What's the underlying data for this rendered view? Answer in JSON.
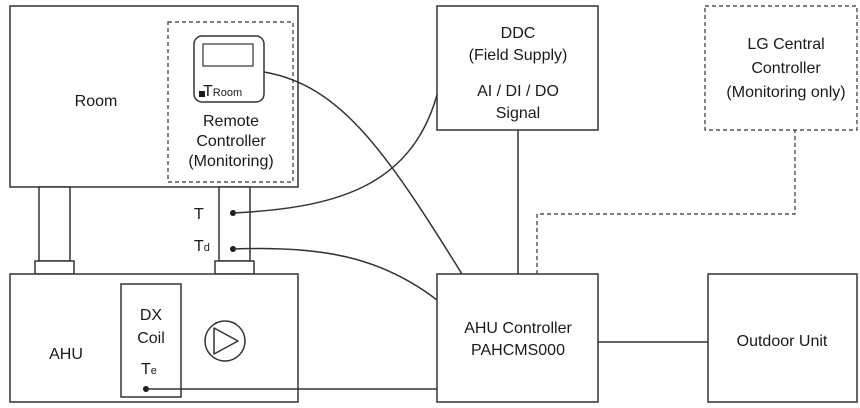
{
  "room": {
    "label": "Room"
  },
  "remote_controller": {
    "sensor_main": "T",
    "sensor_sub": "Room",
    "lines": [
      "Remote",
      "Controller",
      "(Monitoring)"
    ]
  },
  "ddc": {
    "lines": [
      "DDC",
      "(Field Supply)",
      "AI / DI /  DO",
      "Signal"
    ]
  },
  "lg_central": {
    "lines": [
      "LG Central",
      "Controller",
      "(Monitoring only)"
    ]
  },
  "duct_sensors": {
    "t_label": "T",
    "td_main": "T",
    "td_sub": "d"
  },
  "ahu": {
    "label": "AHU"
  },
  "dx_coil": {
    "lines": [
      "DX",
      "Coil"
    ],
    "te_main": "T",
    "te_sub": "e"
  },
  "ahu_controller": {
    "lines": [
      "AHU Controller",
      "PAHCMS000"
    ]
  },
  "outdoor_unit": {
    "label": "Outdoor Unit"
  },
  "colors": {
    "line": "#333333",
    "text": "#1a1a1a",
    "background": "#ffffff"
  }
}
